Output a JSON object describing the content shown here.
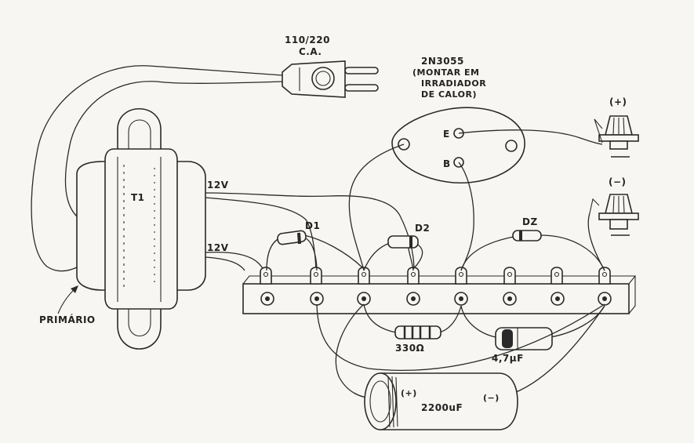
{
  "labels": {
    "mains": "110/220",
    "mains_ca": "C.A.",
    "transistor": "2N3055",
    "transistor_note_1": "(MONTAR EM",
    "transistor_note_2": "IRRADIADOR",
    "transistor_note_3": "DE CALOR)",
    "pin_e": "E",
    "pin_b": "B",
    "transformer": "T1",
    "secondary_top": "12V",
    "secondary_bottom": "12V",
    "primary": "PRIMÁRIO",
    "diode1": "D1",
    "diode2": "D2",
    "zener": "DZ",
    "resistor": "330Ω",
    "cap_small": "4,7µF",
    "cap_big": "2200uF",
    "cap_big_plus": "(+)",
    "cap_big_minus": "(−)",
    "terminal_pos": "(+)",
    "terminal_neg": "(−)"
  }
}
